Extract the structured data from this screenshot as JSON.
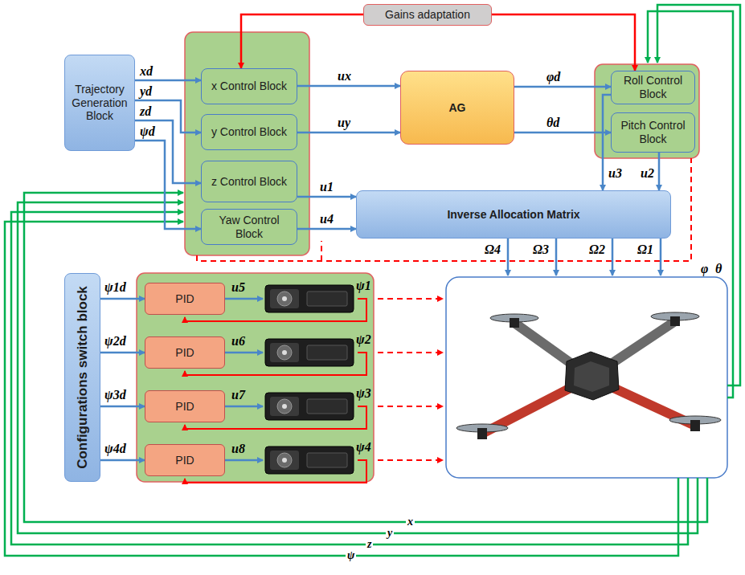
{
  "diagram": {
    "nodes": [
      {
        "text": [
          "Trajectory Generation Block"
        ]
      },
      {
        "text": [
          "x Control Block"
        ]
      },
      {
        "text": [
          "y Control Block"
        ]
      },
      {
        "text": [
          "z Control Block"
        ]
      },
      {
        "text": [
          "Yaw Control Block"
        ]
      },
      {
        "text": [
          "Gains adaptation"
        ]
      },
      {
        "text": [
          "AG"
        ]
      },
      {
        "text": [
          "Roll Control Block"
        ]
      },
      {
        "text": [
          "Pitch Control Block"
        ]
      },
      {
        "text": [
          "Inverse Allocation Matrix"
        ]
      },
      {
        "text": [
          "Configurations switch block"
        ]
      },
      {
        "text": [
          "PID"
        ]
      },
      {
        "text": [
          "PID"
        ]
      },
      {
        "text": [
          "PID"
        ]
      },
      {
        "text": [
          "PID"
        ]
      }
    ],
    "edges": [
      {
        "from": 0,
        "to": 1,
        "label": "xd",
        "arrow": "to"
      },
      {
        "from": 0,
        "to": 2,
        "label": "yd",
        "arrow": "to"
      },
      {
        "from": 0,
        "to": 3,
        "label": "zd",
        "arrow": "to"
      },
      {
        "from": 0,
        "to": 4,
        "label": "ψd",
        "arrow": "to"
      },
      {
        "from": 1,
        "to": 6,
        "label": "ux",
        "arrow": "to"
      },
      {
        "from": 2,
        "to": 6,
        "label": "uy",
        "arrow": "to"
      },
      {
        "from": 6,
        "to": 7,
        "label": "φd",
        "arrow": "to"
      },
      {
        "from": 6,
        "to": 8,
        "label": "θd",
        "arrow": "to"
      },
      {
        "from": 3,
        "to": 9,
        "label": "u1",
        "arrow": "to"
      },
      {
        "from": 4,
        "to": 9,
        "label": "u4",
        "arrow": "to"
      },
      {
        "from": 7,
        "to": 9,
        "label": "u3",
        "arrow": "to"
      },
      {
        "from": 8,
        "to": 9,
        "label": "u2",
        "arrow": "to"
      },
      {
        "from": 5,
        "to": 1,
        "arrow": "to"
      },
      {
        "from": 5,
        "to": 7,
        "arrow": "to"
      },
      {
        "from": 10,
        "to": 11,
        "label": "ψ1d",
        "arrow": "to"
      },
      {
        "from": 10,
        "to": 12,
        "label": "ψ2d",
        "arrow": "to"
      },
      {
        "from": 10,
        "to": 13,
        "label": "ψ3d",
        "arrow": "to"
      },
      {
        "from": 10,
        "to": 14,
        "label": "ψ4d",
        "arrow": "to"
      }
    ],
    "labels": [
      "u5",
      "u6",
      "u7",
      "u8",
      "ψ1",
      "ψ2",
      "ψ3",
      "ψ4",
      "Ω4",
      "Ω3",
      "Ω2",
      "Ω1",
      "φ",
      "θ",
      "x",
      "y",
      "z",
      "ψ"
    ]
  }
}
